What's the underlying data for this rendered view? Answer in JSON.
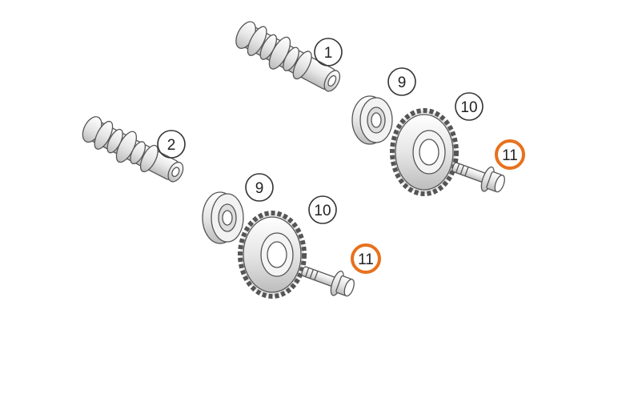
{
  "callouts": [
    {
      "id": "c1",
      "label": "1",
      "highlighted": false
    },
    {
      "id": "c2",
      "label": "2",
      "highlighted": false
    },
    {
      "id": "c9a",
      "label": "9",
      "highlighted": false
    },
    {
      "id": "c9b",
      "label": "9",
      "highlighted": false
    },
    {
      "id": "c10a",
      "label": "10",
      "highlighted": false
    },
    {
      "id": "c10b",
      "label": "10",
      "highlighted": false
    },
    {
      "id": "c11a",
      "label": "11",
      "highlighted": true
    },
    {
      "id": "c11b",
      "label": "11",
      "highlighted": true
    }
  ],
  "colors": {
    "highlight": "#e8711c",
    "line": "#555555",
    "part_fill": "#f4f4f4",
    "part_shade": "#d8d8d8"
  }
}
